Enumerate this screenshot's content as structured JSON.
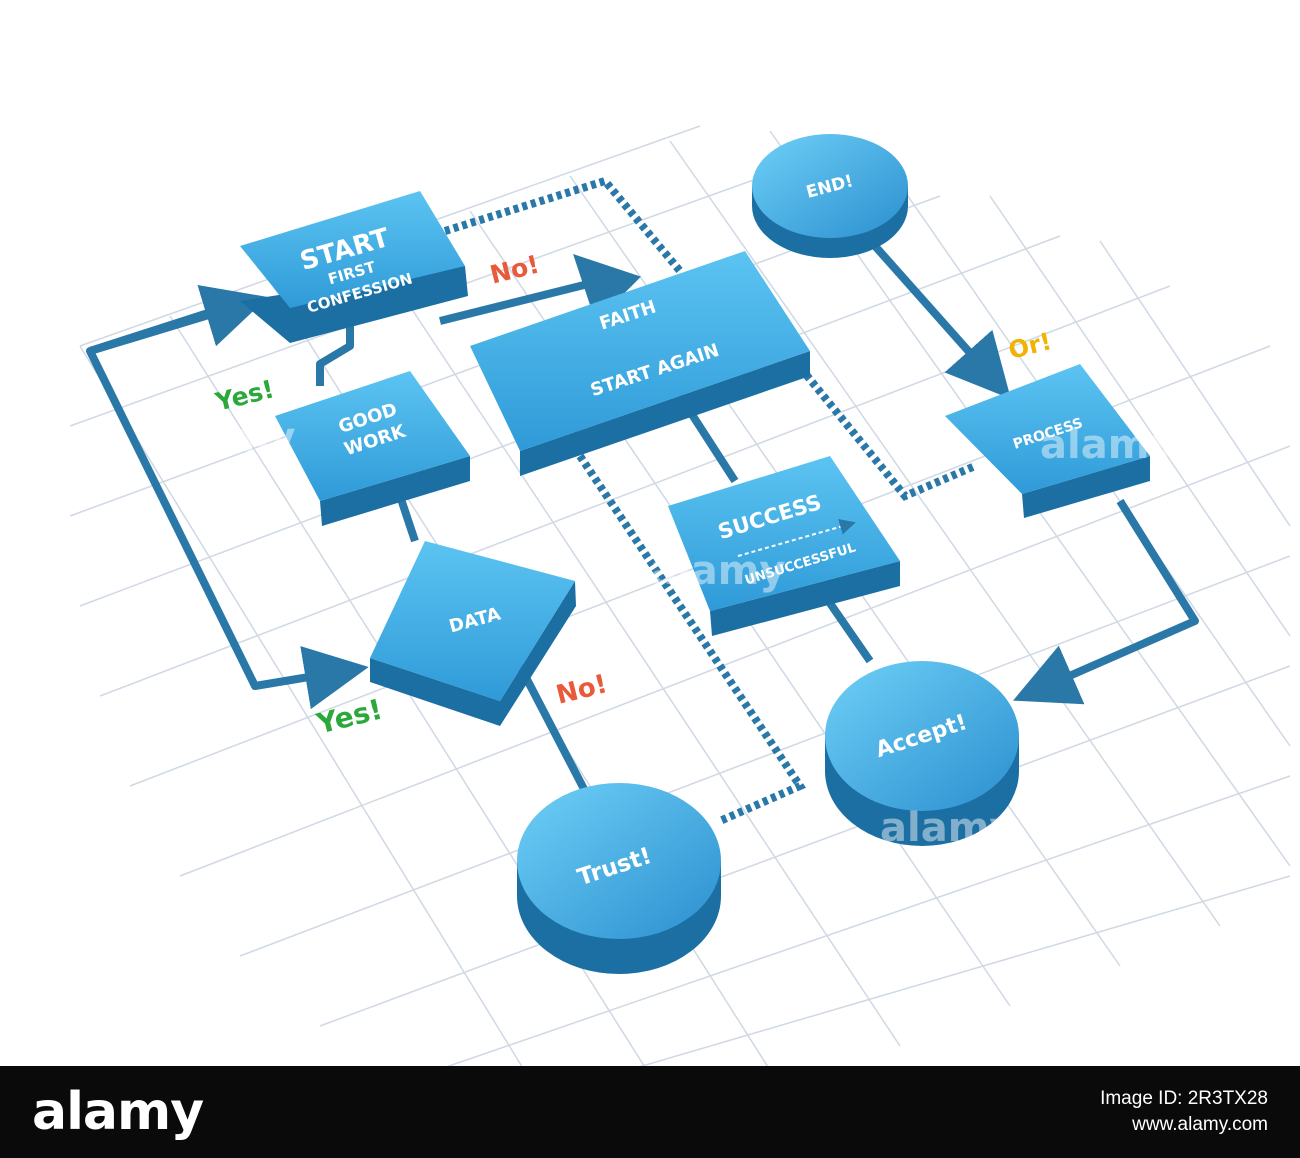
{
  "nodes": {
    "start": {
      "line1": "START",
      "line2": "FIRST",
      "line3": "CONFESSION"
    },
    "faith": {
      "line1": "FAITH",
      "line2": "START AGAIN"
    },
    "goodwork": {
      "line1": "GOOD",
      "line2": "WORK"
    },
    "data": {
      "label": "DATA"
    },
    "success": {
      "line1": "SUCCESS",
      "line2": "UNSUCCESSFUL"
    },
    "process": {
      "label": "PROCESS"
    },
    "end": {
      "label": "END!"
    },
    "accept": {
      "label": "Accept!"
    },
    "trust": {
      "label": "Trust!"
    }
  },
  "labels": {
    "no_top": "No!",
    "yes_top": "Yes!",
    "yes_bottom": "Yes!",
    "no_bottom": "No!",
    "or": "Or!"
  },
  "watermarks": [
    "alamy",
    "alamy",
    "alamy",
    "alamy"
  ],
  "footer": {
    "logo": "alamy",
    "image_id_line": "Image ID: 2R3TX28",
    "url": "www.alamy.com"
  },
  "colors": {
    "node_top": "#3fb0e8",
    "node_side": "#1c6fa3",
    "connector": "#2a78a8",
    "yes": "#2aa83a",
    "no": "#e85a3a",
    "or": "#f0b400",
    "grid": "#cfd8e4"
  }
}
